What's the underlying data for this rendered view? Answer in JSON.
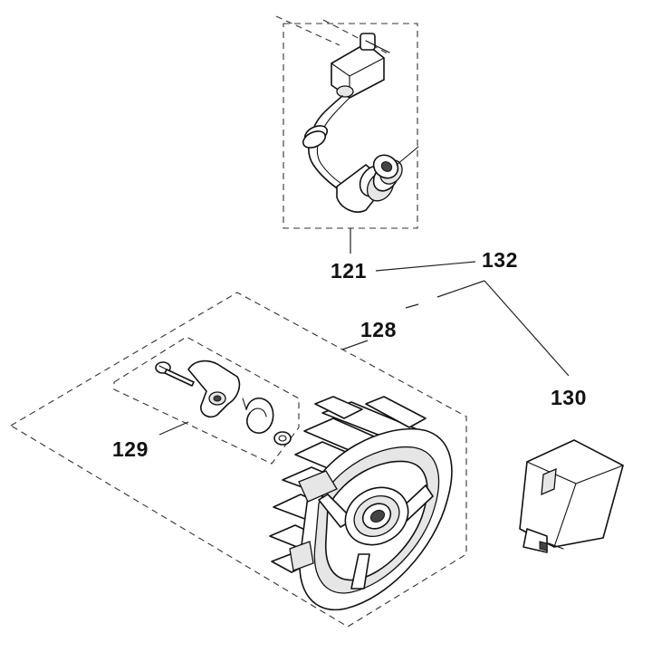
{
  "callouts": {
    "ignition_cable": "121",
    "flywheel": "128",
    "pawl_kit": "129",
    "ignition_module": "130",
    "kit": "132"
  }
}
